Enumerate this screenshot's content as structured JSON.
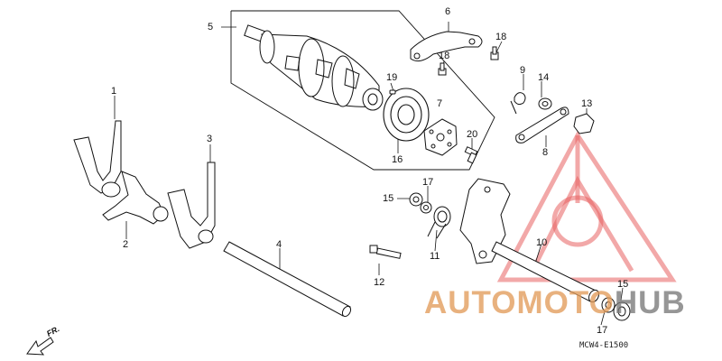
{
  "callouts": [
    {
      "id": "c1",
      "label": "1",
      "part": "shift-fork"
    },
    {
      "id": "c2",
      "label": "2",
      "part": "shift-fork"
    },
    {
      "id": "c3",
      "label": "3",
      "part": "shift-fork"
    },
    {
      "id": "c4",
      "label": "4",
      "part": "shift-fork-shaft"
    },
    {
      "id": "c5",
      "label": "5",
      "part": "shift-drum"
    },
    {
      "id": "c6",
      "label": "6",
      "part": "drum-stopper-plate"
    },
    {
      "id": "c7",
      "label": "7",
      "part": "drum-center"
    },
    {
      "id": "c8",
      "label": "8",
      "part": "stopper-arm"
    },
    {
      "id": "c9",
      "label": "9",
      "part": "spring"
    },
    {
      "id": "c10",
      "label": "10",
      "part": "gearshift-spindle"
    },
    {
      "id": "c11",
      "label": "11",
      "part": "return-spring"
    },
    {
      "id": "c12",
      "label": "12",
      "part": "pin"
    },
    {
      "id": "c13",
      "label": "13",
      "part": "bolt"
    },
    {
      "id": "c14",
      "label": "14",
      "part": "washer"
    },
    {
      "id": "c15a",
      "label": "15",
      "part": "oil-seal"
    },
    {
      "id": "c15b",
      "label": "15",
      "part": "oil-seal"
    },
    {
      "id": "c16",
      "label": "16",
      "part": "bearing"
    },
    {
      "id": "c17a",
      "label": "17",
      "part": "washer"
    },
    {
      "id": "c17b",
      "label": "17",
      "part": "washer"
    },
    {
      "id": "c18a",
      "label": "18",
      "part": "bolt"
    },
    {
      "id": "c18b",
      "label": "18",
      "part": "bolt"
    },
    {
      "id": "c19",
      "label": "19",
      "part": "pin"
    },
    {
      "id": "c20",
      "label": "20",
      "part": "bolt"
    }
  ],
  "diagram_code": "MCW4-E1500",
  "front_marker": "FR.",
  "watermark": {
    "text_main": "AUTOMOTO",
    "text_tail": "HUB",
    "color_main": "#e19b5a",
    "color_tail": "#787878",
    "logo_color": "#e86060"
  },
  "colors": {
    "line": "#111111",
    "background": "#ffffff"
  }
}
